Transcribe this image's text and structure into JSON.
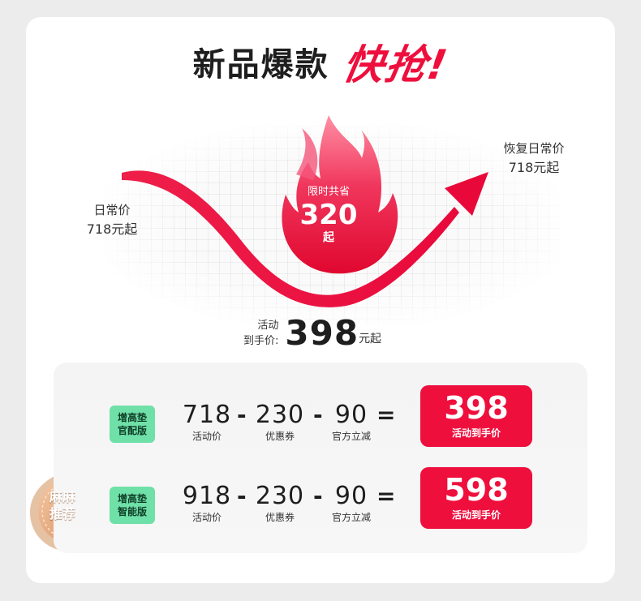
{
  "header": {
    "title_part1": "新品爆款",
    "title_part2": "快抢!"
  },
  "chart": {
    "left_label": "日常价",
    "left_price": "718元起",
    "right_label": "恢复日常价",
    "right_price": "718元起",
    "flame_label": "限时共省",
    "flame_value": "320",
    "flame_unit": "起",
    "final_label_line1": "活动",
    "final_label_line2": "到手价:",
    "final_value": "398",
    "final_unit": "元起"
  },
  "badge": {
    "line1": "麻麻",
    "line2": "推荐"
  },
  "rows": [
    {
      "tag_line1": "增高垫",
      "tag_line2": "官配版",
      "price": "718",
      "price_caption": "活动价",
      "op1": "-",
      "coupon": "230",
      "coupon_caption": "优惠券",
      "op2": "-",
      "discount": "90",
      "discount_caption": "官方立减",
      "eq": "=",
      "result": "398",
      "result_caption": "活动到手价"
    },
    {
      "tag_line1": "增高垫",
      "tag_line2": "智能版",
      "price": "918",
      "price_caption": "活动价",
      "op1": "-",
      "coupon": "230",
      "coupon_caption": "优惠券",
      "op2": "-",
      "discount": "90",
      "discount_caption": "官方立减",
      "eq": "=",
      "result": "598",
      "result_caption": "活动到手价"
    }
  ],
  "colors": {
    "accent": "#ee0f3d",
    "tag": "#6fe0a8",
    "badge": "#e8a77a"
  },
  "icons": [
    "flame-icon",
    "trend-arrow-icon",
    "crown-badge-icon"
  ]
}
